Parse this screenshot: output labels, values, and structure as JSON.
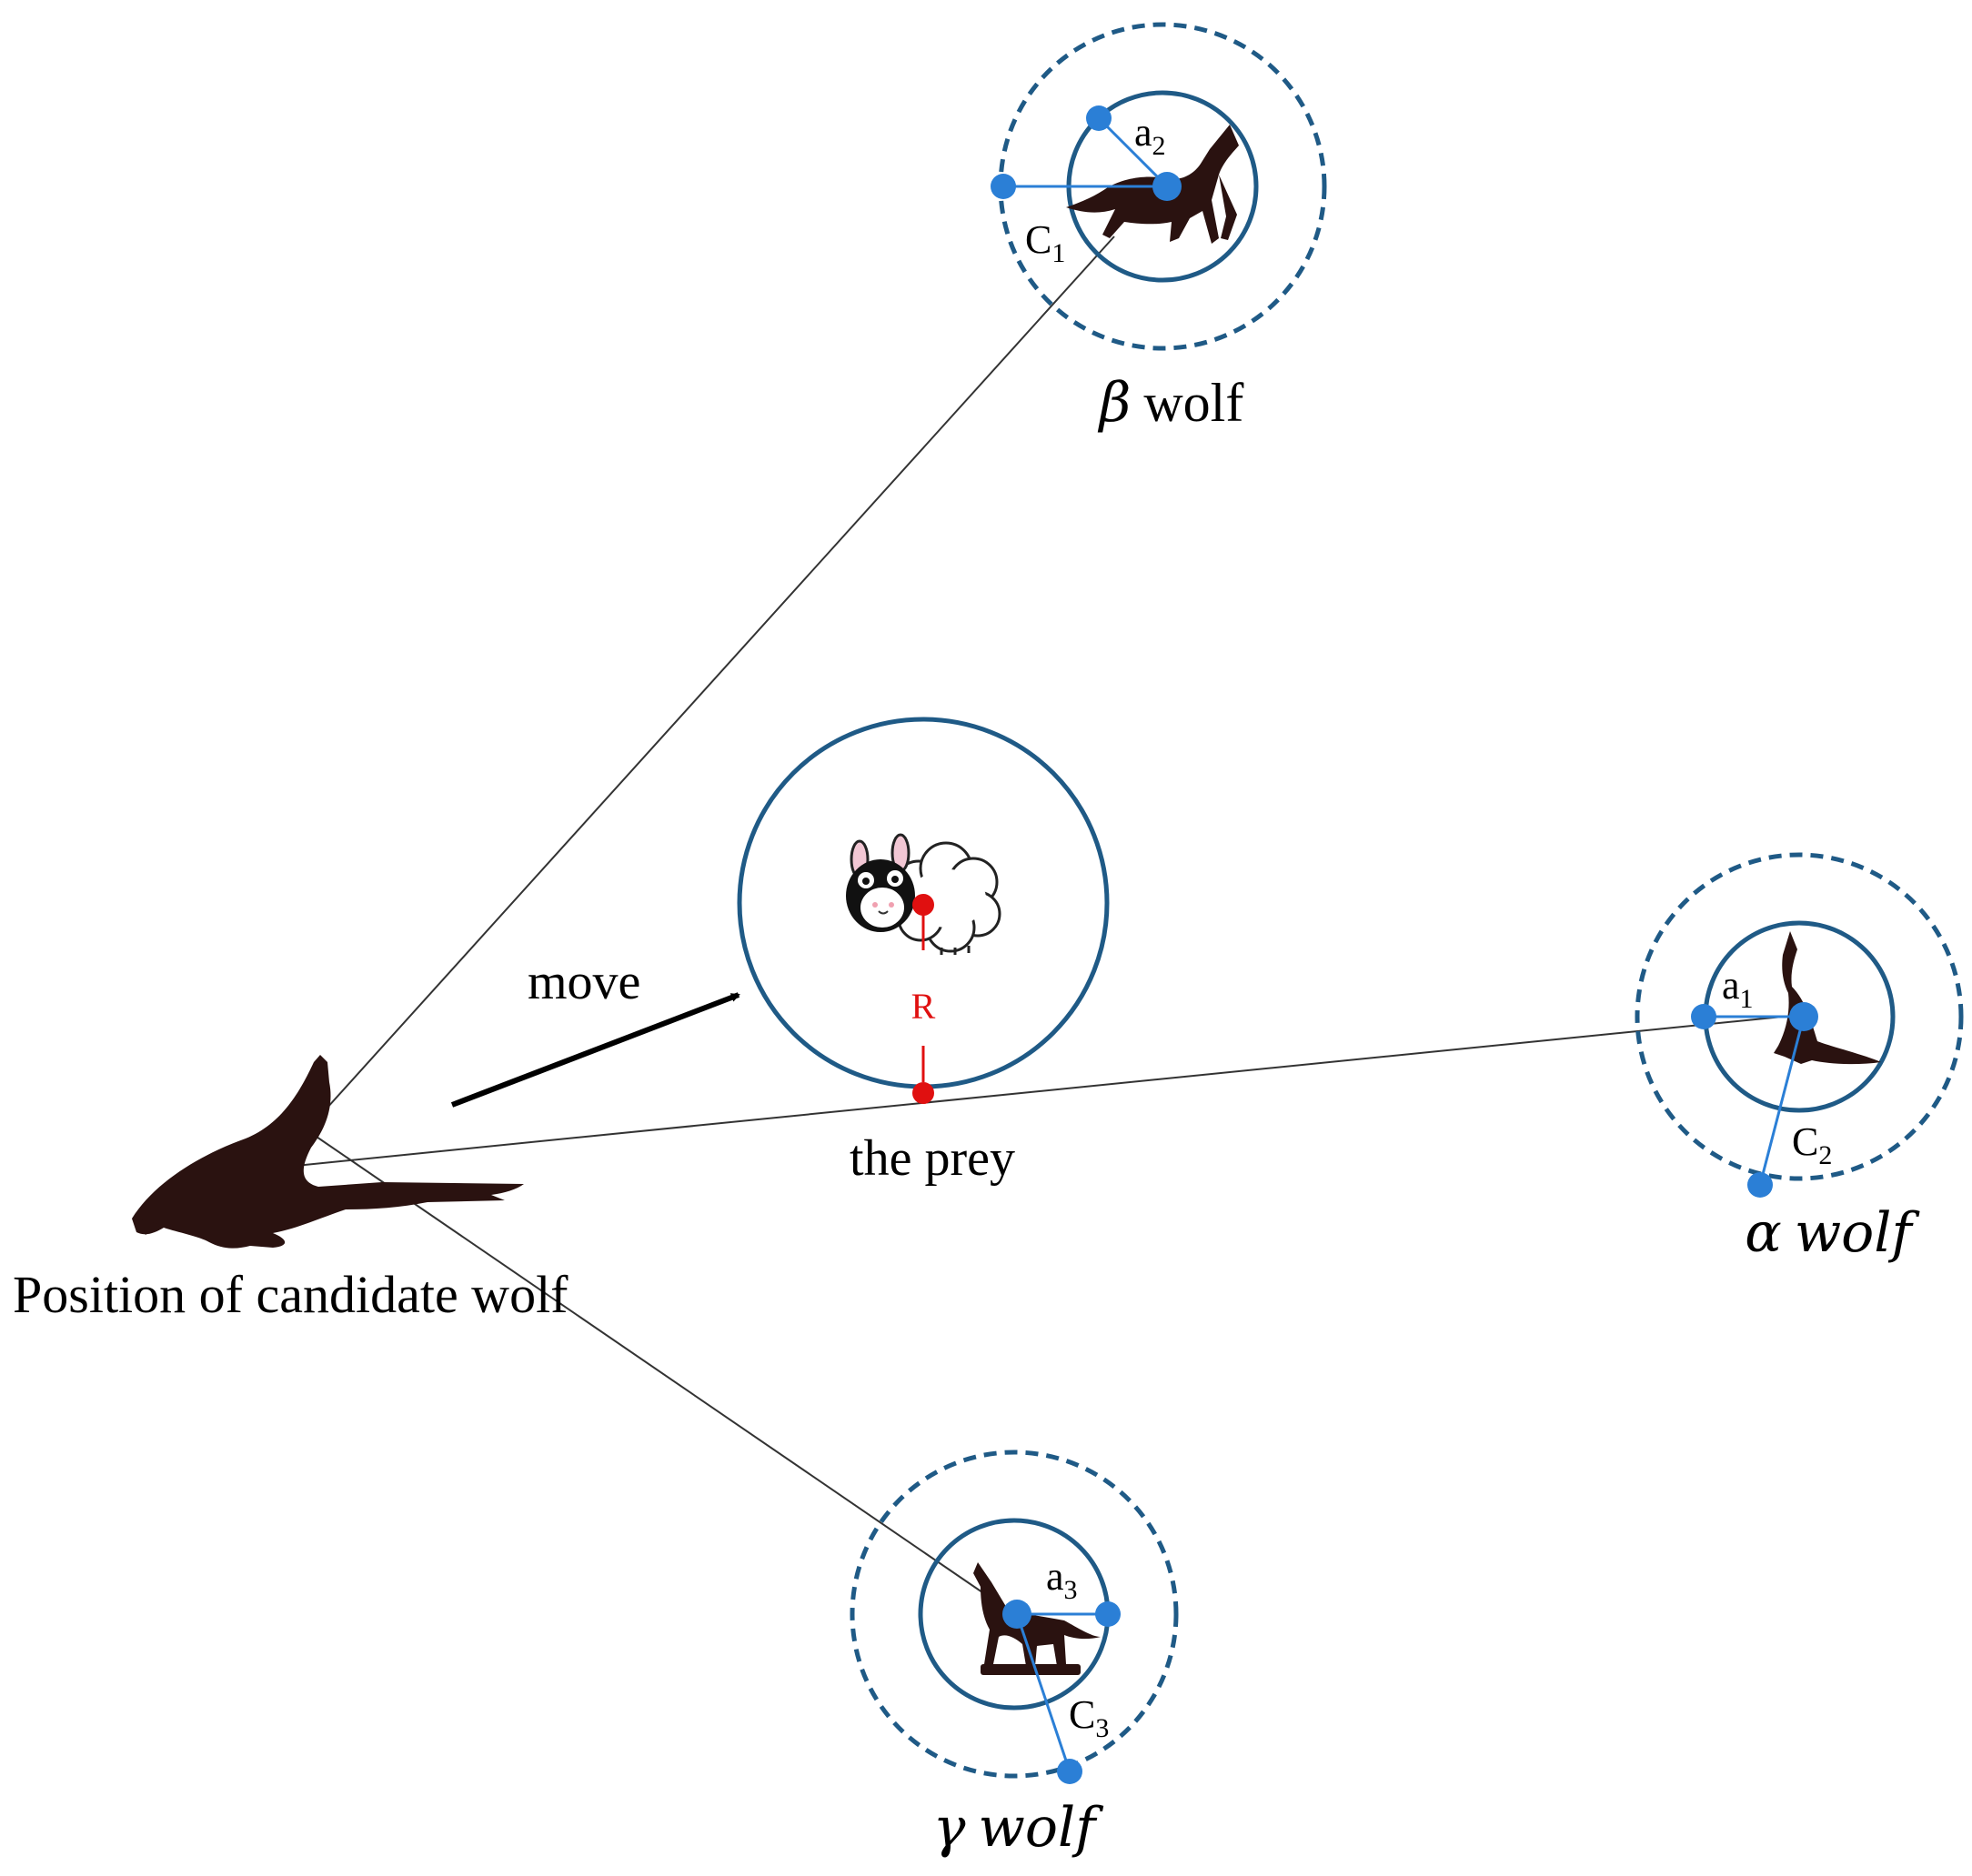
{
  "diagram": {
    "candidate_label": "Position of candidate wolf",
    "move_label": "move",
    "prey_label": "the prey",
    "radius_label": "R",
    "beta": {
      "greek": "β",
      "word": "wolf",
      "a_main": "a",
      "a_sub": "2",
      "c_main": "C",
      "c_sub": "1"
    },
    "alpha": {
      "greek": "α",
      "word": "wolf",
      "a_main": "a",
      "a_sub": "1",
      "c_main": "C",
      "c_sub": "2"
    },
    "gamma": {
      "greek": "γ",
      "word": "wolf",
      "a_main": "a",
      "a_sub": "3",
      "c_main": "C",
      "c_sub": "3"
    }
  },
  "colors": {
    "circle": "#1f5a86",
    "marker": "#2b7fd6",
    "prey_marker": "#e01010",
    "silhouette": "#2a1210",
    "line": "#333333"
  },
  "icons": {
    "candidate": "lying-howling-wolf-silhouette",
    "beta": "howling-wolf-silhouette",
    "alpha": "sitting-howling-wolf-silhouette",
    "gamma": "howling-wolf-on-base-silhouette",
    "prey": "sheep-in-panda-costume"
  }
}
